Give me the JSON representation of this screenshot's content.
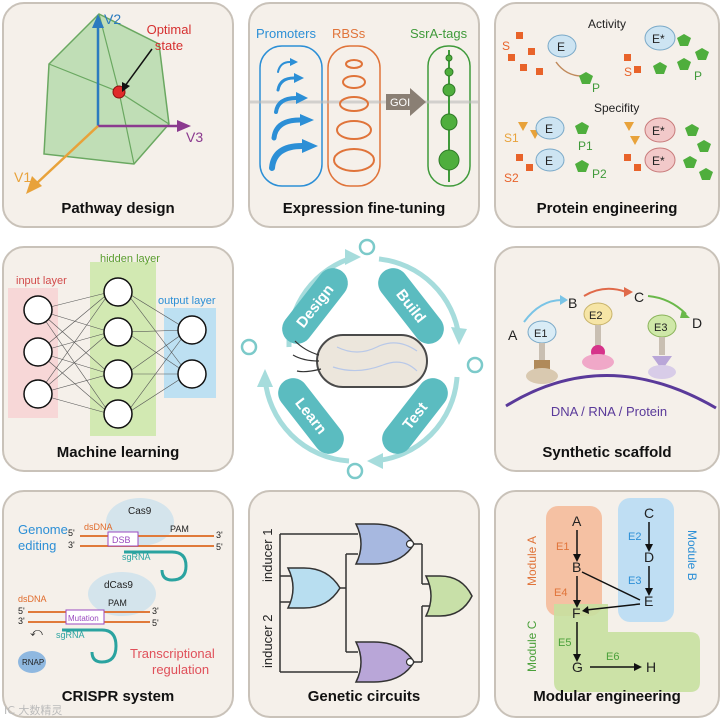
{
  "panels": {
    "pathway": {
      "title": "Pathway design",
      "v1": "V1",
      "v2": "V2",
      "v3": "V3",
      "optimal": "Optimal",
      "state": "state"
    },
    "expression": {
      "title": "Expression fine-tuning",
      "promoters": "Promoters",
      "rbss": "RBSs",
      "ssra": "SsrA-tags",
      "goi": "GOI"
    },
    "protein": {
      "title": "Protein engineering",
      "activity": "Activity",
      "specifity": "Specifity",
      "e": "E",
      "estar": "E*",
      "s": "S",
      "p": "P",
      "s1": "S1",
      "s2": "S2",
      "p1": "P1",
      "p2": "P2"
    },
    "ml": {
      "title": "Machine learning",
      "input": "input layer",
      "hidden": "hidden layer",
      "output": "output layer"
    },
    "cycle": {
      "design": "Design",
      "build": "Build",
      "test": "Test",
      "learn": "Learn"
    },
    "scaffold": {
      "title": "Synthetic scaffold",
      "a": "A",
      "b": "B",
      "c": "C",
      "d": "D",
      "e1": "E1",
      "e2": "E2",
      "e3": "E3",
      "dna": "DNA / RNA / Protein"
    },
    "crispr": {
      "title": "CRISPR system",
      "genome": "Genome",
      "editing": "editing",
      "cas9": "Cas9",
      "dcas9": "dCas9",
      "dsdna": "dsDNA",
      "pam": "PAM",
      "dsb": "DSB",
      "sgrna": "sgRNA",
      "mutation": "Mutation",
      "rnap": "RNAP",
      "transcriptional": "Transcriptional",
      "regulation": "regulation",
      "p5": "5'",
      "p3": "3'"
    },
    "circuits": {
      "title": "Genetic circuits",
      "inducer1": "inducer 1",
      "inducer2": "inducer 2"
    },
    "modular": {
      "title": "Modular engineering",
      "moda": "Module A",
      "modb": "Module B",
      "modc": "Module C",
      "a": "A",
      "b": "B",
      "c": "C",
      "d": "D",
      "e": "E",
      "f": "F",
      "g": "G",
      "h": "H",
      "e1": "E1",
      "e2": "E2",
      "e3": "E3",
      "e4": "E4",
      "e5": "E5",
      "e6": "E6"
    }
  },
  "watermark": "IC 大数精灵"
}
